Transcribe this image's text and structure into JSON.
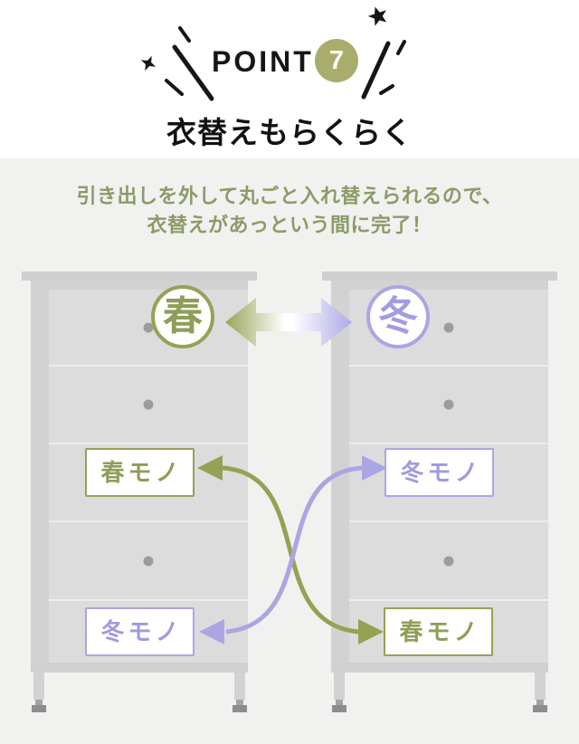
{
  "header": {
    "point_label": "POINT",
    "point_number": "7",
    "title": "衣替えもらくらく"
  },
  "intro": {
    "line1": "引き出しを外して丸ごと入れ替えられるので、",
    "line2": "衣替えがあっという間に完了！"
  },
  "chests": {
    "left": {
      "badge": "春",
      "labels": {
        "drawer3": "春モノ",
        "drawer5": "冬モノ"
      }
    },
    "right": {
      "badge": "冬",
      "labels": {
        "drawer3": "冬モノ",
        "drawer5": "春モノ"
      }
    }
  },
  "icons": {
    "sparkle_left": "four-point-star",
    "sparkle_right": "five-point-star",
    "swap_arrow": "two-way-gradient-arrow",
    "spring_items_arrow": "curved-double-arrow-olive",
    "winter_items_arrow": "curved-double-arrow-lavender"
  },
  "colors": {
    "spring_olive": "#96a155",
    "spring_text": "#8e9e58",
    "winter_lavender": "#aaa6e2",
    "winter_text": "#a09ae0",
    "point_badge_bg": "#a9ad6b",
    "heading_text": "#161616",
    "intro_text": "#8b9b68",
    "panel_bg": "#f1f1ef",
    "chest_frame": "#d2d2d2",
    "drawer_face": "#dcdcdc",
    "knob_gray": "#9c9c9c"
  }
}
